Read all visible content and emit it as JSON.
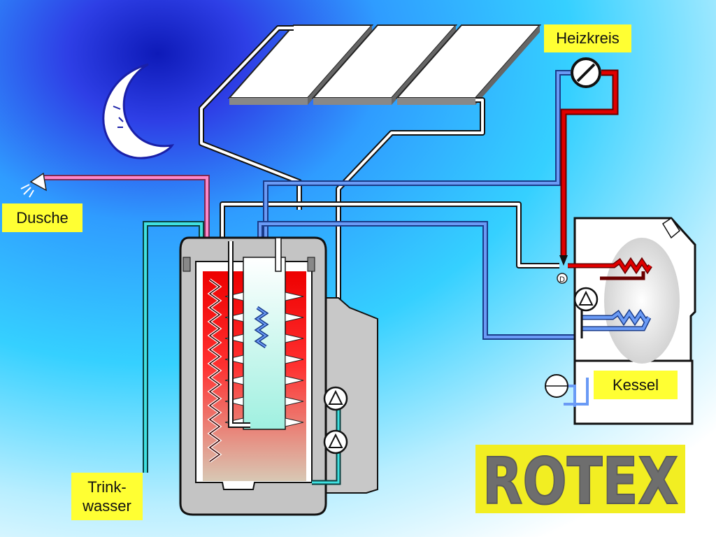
{
  "labels": {
    "heizkreis": "Heizkreis",
    "dusche": "Dusche",
    "kessel": "Kessel",
    "trinkwasser": "Trink-\nwasser"
  },
  "logo": {
    "text": "ROTEX"
  },
  "valve_mark": "D",
  "icons": [
    "moon-icon",
    "shower-head-icon",
    "solar-collector-icon",
    "pump-icon",
    "expansion-vessel-icon",
    "mixing-valve-icon"
  ],
  "colors": {
    "background_light": "#e8f8ff",
    "background_cyan": "#2ec8ff",
    "night_sky": "#1a2bd0",
    "hot_water": "#e00000",
    "cold_pipe": "#5a8cf0",
    "drinking_water": "#40e0e0",
    "shower_pipe": "#ff88c8",
    "label_yellow": "#ffff33",
    "logo_gray": "#6e6e6e",
    "tank_gray": "#c8c8c8"
  }
}
